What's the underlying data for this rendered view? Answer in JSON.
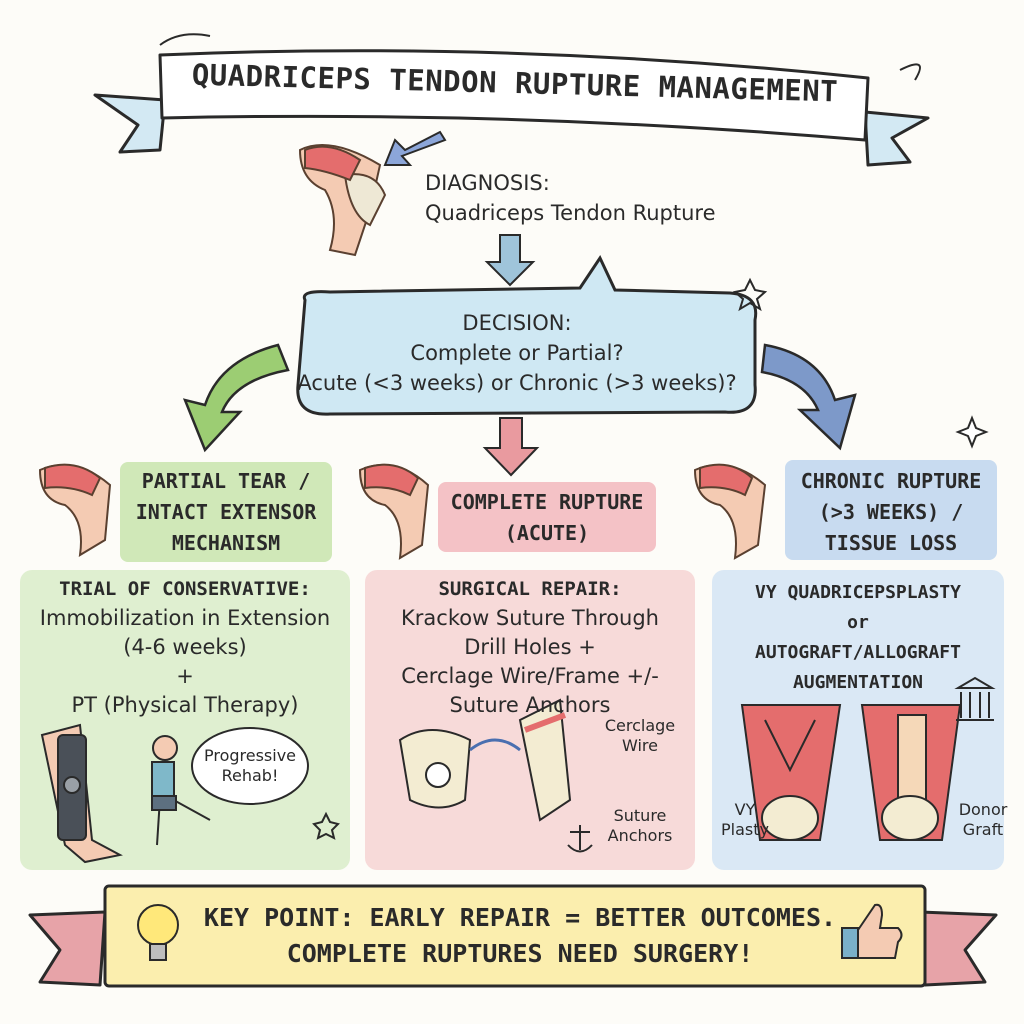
{
  "title": "QUADRICEPS TENDON RUPTURE MANAGEMENT",
  "diagnosis": {
    "heading": "DIAGNOSIS:",
    "text": "Quadriceps Tendon Rupture"
  },
  "decision": {
    "heading": "DECISION:",
    "line1": "Complete or Partial?",
    "line2": "Acute (<3 weeks) or Chronic (>3 weeks)?"
  },
  "branches": {
    "partial": {
      "label": [
        "PARTIAL TEAR /",
        "INTACT EXTENSOR",
        "MECHANISM"
      ],
      "treatment": [
        "TRIAL OF CONSERVATIVE:",
        "Immobilization in Extension",
        "(4-6 weeks)",
        "+",
        "PT (Physical Therapy)"
      ],
      "speech": [
        "Progressive",
        "Rehab!"
      ]
    },
    "complete": {
      "label": [
        "COMPLETE RUPTURE",
        "(ACUTE)"
      ],
      "treatment": [
        "SURGICAL REPAIR:",
        "Krackow Suture Through",
        "Drill Holes +",
        "Cerclage Wire/Frame +/-",
        "Suture Anchors"
      ],
      "callouts": {
        "wire": [
          "Cerclage",
          "Wire"
        ],
        "anchors": [
          "Suture",
          "Anchors"
        ]
      }
    },
    "chronic": {
      "label": [
        "CHRONIC RUPTURE",
        "(>3 WEEKS) /",
        "TISSUE LOSS"
      ],
      "treatment": [
        "VY QUADRICEPSPLASTY",
        "or",
        "AUTOGRAFT/ALLOGRAFT",
        "AUGMENTATION"
      ],
      "callouts": {
        "vy": [
          "VY",
          "Plasty"
        ],
        "donor": [
          "Donor",
          "Graft"
        ]
      }
    }
  },
  "key_point": {
    "line1": "KEY POINT: EARLY REPAIR = BETTER OUTCOMES.",
    "line2": "COMPLETE RUPTURES NEED SURGERY!"
  },
  "icons": [
    "knee-icon",
    "arrow-icon",
    "brace-icon",
    "person-kicking-icon",
    "anchor-icon",
    "bank-icon",
    "lightbulb-icon",
    "thumbs-up-icon",
    "star-icon"
  ],
  "colors": {
    "green": "#d9ecc9",
    "pink": "#f6d3d3",
    "blue": "#d6e6f4",
    "banner_pink": "#e7a3a8",
    "banner_yellow": "#fbeeae",
    "decision_blue": "#cfe8f3"
  }
}
